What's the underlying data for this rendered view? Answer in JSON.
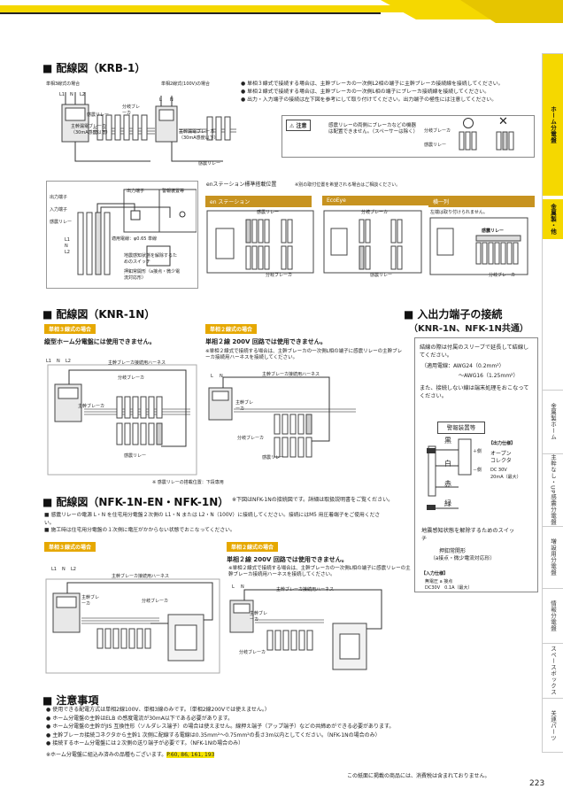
{
  "header": {
    "brand_color": "#f5d800"
  },
  "side_nav": [
    {
      "label": "ホーム分電盤",
      "active": true
    },
    {
      "label": "金属製・他",
      "active": true
    },
    {
      "label": "金属製ホーム",
      "active": false
    },
    {
      "label": "主幹なし・UP感震分電盤",
      "active": false
    },
    {
      "label": "増設用分電盤",
      "active": false
    },
    {
      "label": "情報分電盤",
      "active": false
    },
    {
      "label": "スペースボックス",
      "active": false
    },
    {
      "label": "关連パーツ",
      "active": false
    }
  ],
  "krb": {
    "title": "配線図（KRB-1）",
    "sub_3wire": "単相3線式の場合",
    "sub_2wire": "単相2線式(100V)の場合",
    "labels_3": [
      "L1",
      "N",
      "L2"
    ],
    "labels_2": [
      "L",
      "N"
    ],
    "breaker_main": "主幹漏電ブレーカ（30mA感度以下）",
    "branch": "分岐ブレーカ",
    "seismic_relay": "感震リレー",
    "notes": [
      "単相３線式で接続する場合は、主幹ブレーカの一次側L2相の端子に主幹ブレーカ接続線を接続してください。",
      "単相２線式で接続する場合は、主幹ブレーカの一次側L相の端子にブレーカ接続線を接続してください。",
      "出力・入力端子の接続は左下図を参考にして取り付けてください。出力端子の極性には注意してください。"
    ],
    "caution_label": "注意",
    "caution_text": "感震リレーの両側にブレーカなどの機器は配置できません。（スペーサーは除く）",
    "caution_breaker": "分岐ブレーカ",
    "caution_relay": "感震リレー",
    "terminal_out": "出力端子",
    "terminal_in": "入力端子",
    "relay_lbl": "感震リレー",
    "out_terminal": "出力端子",
    "alarm": "警報装置等",
    "wire_dia": "適用電線：φ0.65 単線",
    "reset_switch": "地震感知状態を解除するためのスイッチ",
    "reset_switch2": "押釦常開形（a接点・微少電流対応形）",
    "en_title": "enステーション標準搭載位置",
    "en_note": "※別の取付位置を希望される場合はご相談ください。",
    "en_tabs": [
      "en ステーション",
      "EcoEye",
      "横一列"
    ],
    "en_relay": "感震リレー",
    "en_branch": "分岐ブレーカ",
    "en_left_note": "左端は取り付けられません。"
  },
  "knr": {
    "title": "配線図（KNR-1N）",
    "tag3": "単相３線式の場合",
    "tag2": "単相２線式の場合",
    "warn3": "縦型ホーム分電盤には使用できません。",
    "warn2": "単相２線 200V 回路では使用できません。",
    "note2": "※単相２線式で接続する場合は、主幹ブレーカの一次側L相の端子に感震リレーの主幹ブレーカ接続用ハーネスを接続してください。",
    "harness": "主幹ブレーカ接続用ハーネス",
    "branch": "分岐ブレーカ",
    "main": "主幹ブレーカ",
    "relay": "感震リレー",
    "foot": "※ 感震リレーの搭載位置：下段専用",
    "labels_3": [
      "L1",
      "N",
      "L2"
    ],
    "labels_2": [
      "L",
      "N"
    ]
  },
  "io": {
    "title": "入出力端子の接続",
    "subtitle": "（KNR-1N、NFK-1N共通）",
    "text1": "結線の際は付属のスリーブで延長して結線してください。",
    "text2": "（適用電線：AWG24（0.2mm²）",
    "text3": "〜AWG16（1.25mm²）",
    "text4": "また、接続しない線は端末処理をおこなってください。",
    "alarm": "警報装置等",
    "colors": [
      "黒",
      "白",
      "赤",
      "緑"
    ],
    "out_spec_title": "【出力仕様】",
    "out_spec": [
      "オープン",
      "コレクタ",
      "DC 30V",
      "20mA（最大）"
    ],
    "side_plus": "＋側",
    "side_minus": "－側",
    "switch1": "地震感知状態を解除するためのスイッチ",
    "switch2": "押釦常開形",
    "switch3": "（a接点・微少電流対応形）",
    "in_spec_title": "【入力仕様】",
    "in_spec": [
      "無電圧 a 接点",
      "DC30V　0.1A（最大）"
    ]
  },
  "nfk": {
    "title": "配線図（NFK-1N-EN・NFK-1N）",
    "title_note": "※下図はNFK-1Nの接続図です。詳細は取扱説明書をご覧ください。",
    "notes": [
      "感震リレーの電源 L・N を住宅用分電盤２次側の L1・N または L2・N（100V）に接続してください。接続にはM5 用圧着端子をご使用ください。",
      "施工時は住宅用分電盤の１次側に電圧がかからない状態でおこなってください。"
    ],
    "tag3": "単相３線式の場合",
    "tag2": "単相２線式の場合",
    "warn2": "単相２線 200V 回路では使用できません。",
    "note2": "※単相２線式で接続する場合は、主幹ブレーカの一次側L相の端子に感震リレーの主幹ブレーカ接続用ハーネスを接続してください。",
    "harness": "主幹ブレーカ接続用ハーネス",
    "main": "主幹ブレーカ",
    "branch": "分岐ブレーカ",
    "labels_3": [
      "L1",
      "N",
      "L2"
    ],
    "labels_2": [
      "L",
      "N"
    ]
  },
  "caution": {
    "title": "注意事項",
    "items": [
      "使用できる配電方式は単相2線100V、単相3線のみです。（単相2線200Vでは使えません。）",
      "ホーム分電盤の主幹はELB の感度電流が30mA以下である必要があります。",
      "ホーム分電盤の主幹がJIS 互換性形（ソルダレス端子）の場合は使えません。線押え端子（アップ端子）などの共締めができる必要があります。",
      "主幹ブレーカ接続コネクタから主幹1 次側に配線する電線は0.35mm²〜0.75mm²の長さ3m以内としてください。（NFK-1Nの場合のみ）",
      "接続するホーム分電盤には２次側の送り端子が必要です。（NFK-1Nの場合のみ）"
    ],
    "ref_prefix": "※ホーム分電盤に組込み済みの品種もございます。",
    "ref_pages": "P.60, 86, 161, 193"
  },
  "footer": {
    "tax_note": "この紙面に掲載の商品には、消費税は含まれておりません。",
    "page_number": "223"
  }
}
